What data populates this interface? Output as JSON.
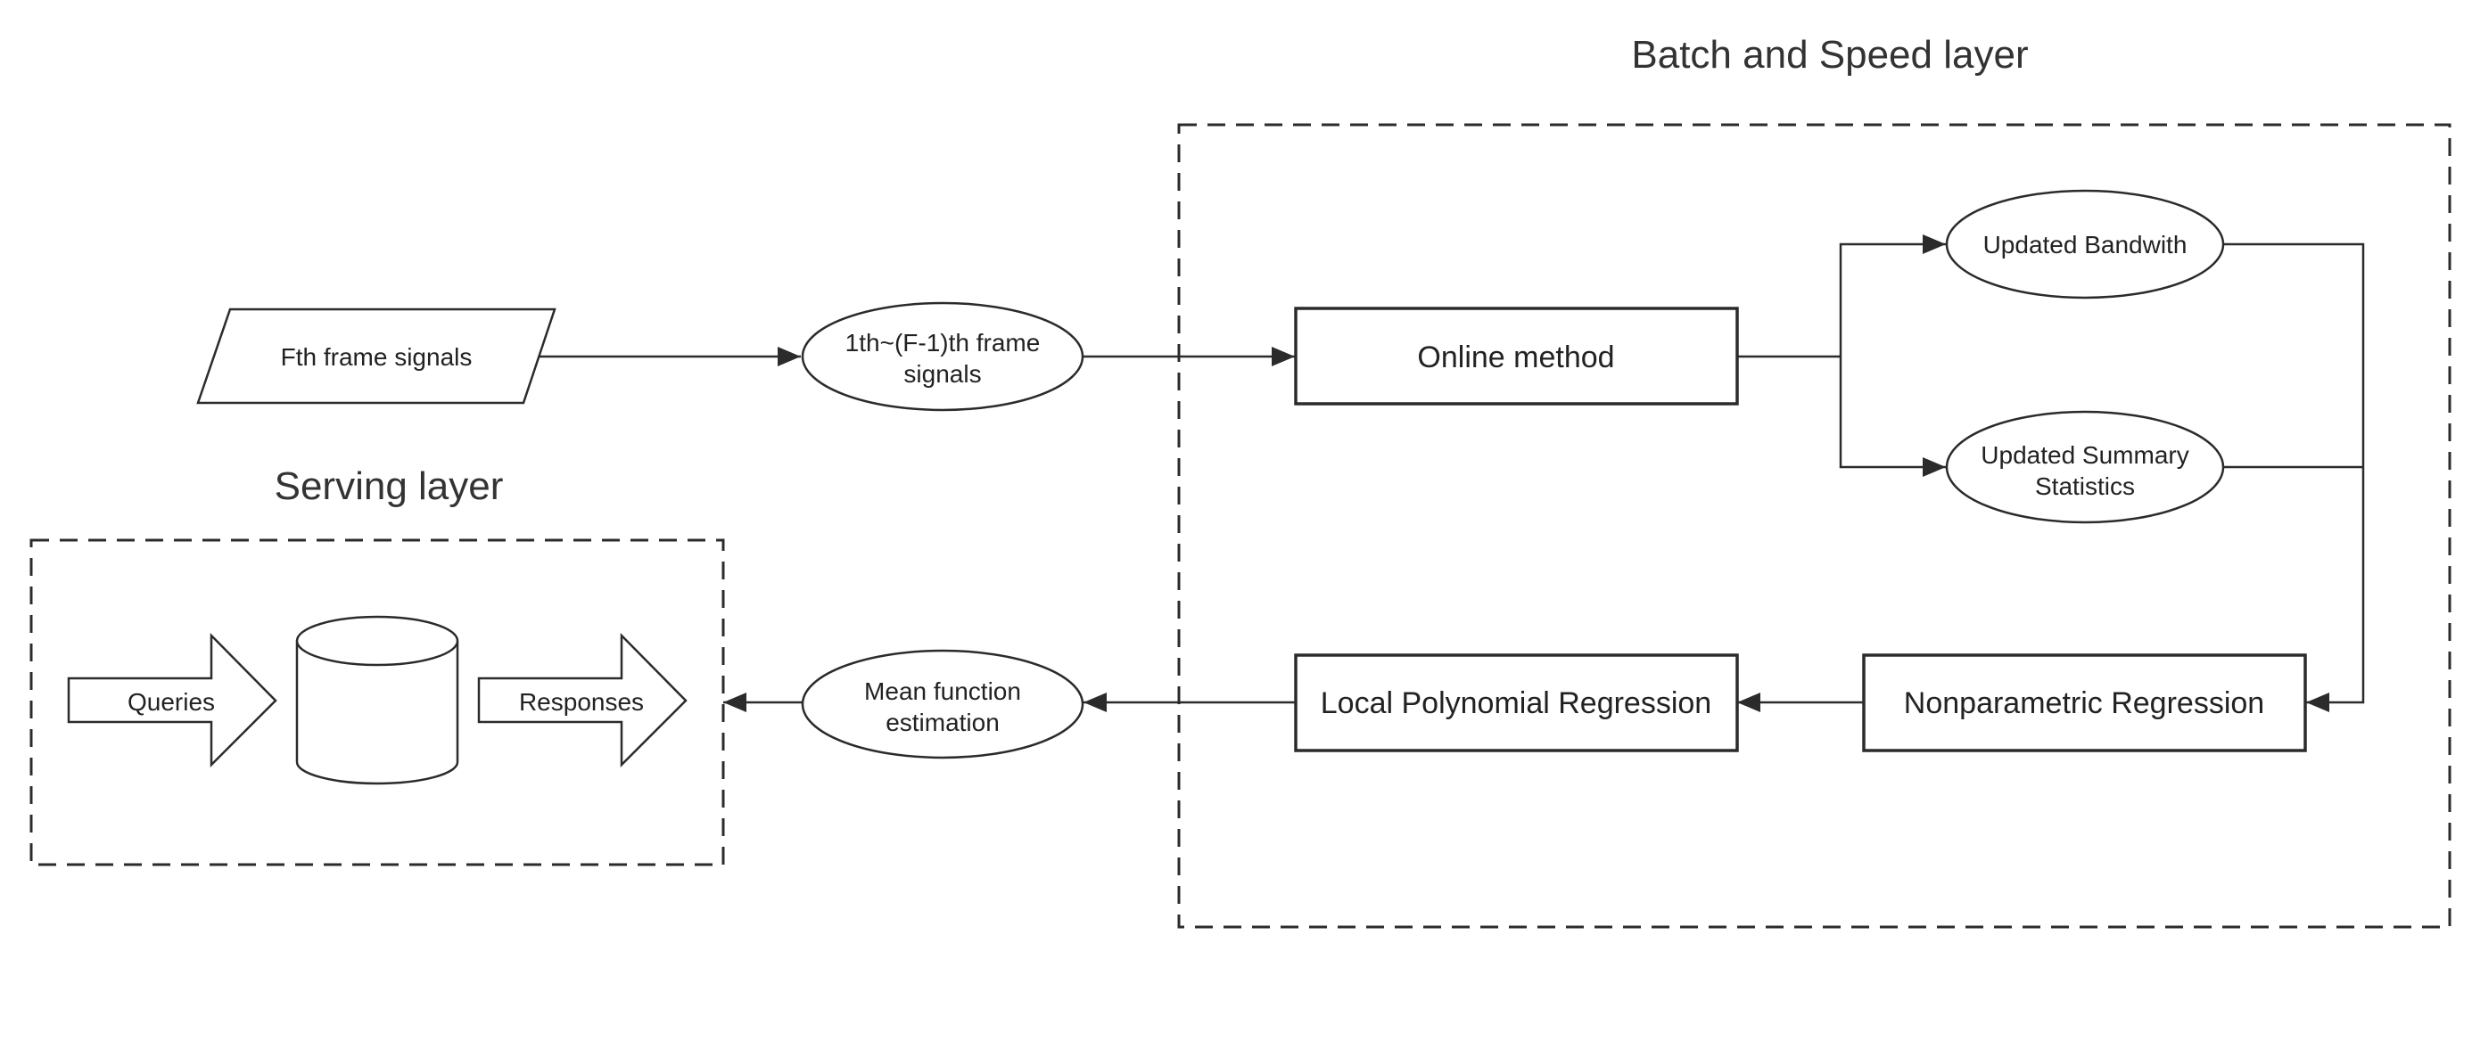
{
  "titles": {
    "batch_speed": "Batch and Speed layer",
    "serving": "Serving layer"
  },
  "nodes": {
    "fth_frame": "Fth frame signals",
    "prior_frames_line1": "1th~(F-1)th frame",
    "prior_frames_line2": "signals",
    "online_method": "Online method",
    "updated_bandwidth": "Updated Bandwith",
    "updated_summary_line1": "Updated Summary",
    "updated_summary_line2": "Statistics",
    "local_poly": "Local Polynomial Regression",
    "nonparam": "Nonparametric Regression",
    "mean_fn_line1": "Mean function",
    "mean_fn_line2": "estimation",
    "queries": "Queries",
    "responses": "Responses"
  }
}
